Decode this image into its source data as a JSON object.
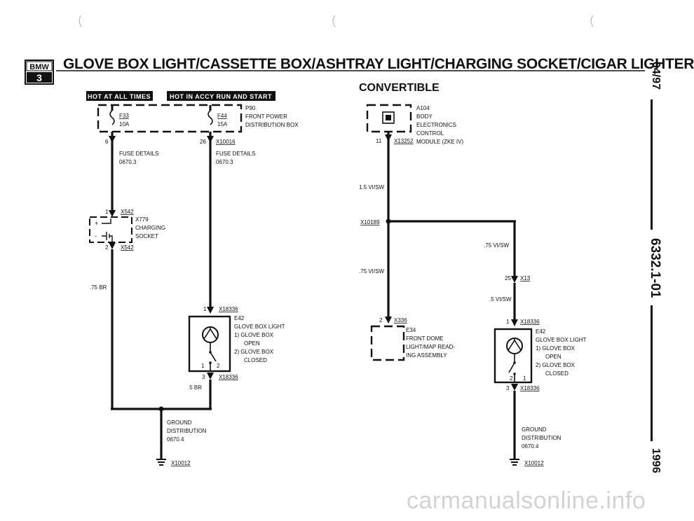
{
  "header": {
    "logo_top": "BMW",
    "logo_bottom": "3",
    "title": "GLOVE BOX LIGHT/CASSETTE BOX/ASHTRAY LIGHT/CHARGING SOCKET/CIGAR LIGHTER",
    "subtitle": "CONVERTIBLE"
  },
  "margin": {
    "date": "04/97",
    "doc_number": "6332.1-01",
    "year": "1996"
  },
  "watermark": "carmanualsonline.info",
  "left": {
    "hot_always": "HOT AT ALL TIMES",
    "hot_acc": "HOT IN ACCY RUN AND START",
    "fuse1_name": "F33",
    "fuse1_amp": "10A",
    "fuse2_name": "F44",
    "fuse2_amp": "15A",
    "box_id": "P90",
    "box_l1": "FRONT POWER",
    "box_l2": "DISTRIBUTION BOX",
    "pin6": "6",
    "pin26": "26",
    "conn_x10016": "X10016",
    "fuse_det1": "FUSE DETAILS",
    "fuse_det1_ref": "0670.3",
    "fuse_det2": "FUSE DETAILS",
    "fuse_det2_ref": "0670.3",
    "pin1": "1",
    "conn_x542_top": "X542",
    "sock_id": "X779",
    "sock_l1": "CHARGING",
    "sock_l2": "SOCKET",
    "plus": "+",
    "minus": "-",
    "pin2": "2",
    "conn_x542_bot": "X542",
    "wire_br_75": ".75 BR",
    "e42_pin1": "1",
    "e42_conn_top": "X18336",
    "e42_id": "E42",
    "e42_l1": "GLOVE BOX LIGHT",
    "e42_l2": "1)  GLOVE BOX",
    "e42_l3": "OPEN",
    "e42_l4": "2)  GLOVE BOX",
    "e42_l5": "CLOSED",
    "e42_sw1": "1",
    "e42_sw2": "2",
    "e42_pin3": "3",
    "e42_conn_bot": "X18336",
    "wire_br_5": ".5 BR",
    "gnd_l1": "GROUND",
    "gnd_l2": "DISTRIBUTION",
    "gnd_ref": "0670.4",
    "gnd_conn": "X10012"
  },
  "right": {
    "mod_id": "A104",
    "mod_l1": "BODY",
    "mod_l2": "ELECTRONICS",
    "mod_l3": "CONTROL",
    "mod_l4": "MODULE (ZKE IV)",
    "pin11": "11",
    "conn_x13252": "X13252",
    "wire_15": "1.5 VI/SW",
    "splice": "X10189",
    "wire_75a": ".75 VI/SW",
    "wire_75b": ".75 VI/SW",
    "pin25": "25",
    "conn_x13": "X13",
    "wire_5": ".5 VI/SW",
    "pin2": "2",
    "conn_x336": "X336",
    "e34_id": "E34",
    "e34_l1": "FRONT DOME",
    "e34_l2": "LIGHT/MAP READ-",
    "e34_l3": "ING ASSEMBLY",
    "e42_pin1": "1",
    "e42_conn_top": "X18336",
    "e42_id": "E42",
    "e42_l1": "GLOVE BOX LIGHT",
    "e42_l2": "1)  GLOVE BOX",
    "e42_l3": "OPEN",
    "e42_l4": "2)  GLOVE BOX",
    "e42_l5": "CLOSED",
    "e42_sw2": "2",
    "e42_sw1": "1",
    "e42_pin3": "3",
    "e42_conn_bot": "X18336",
    "gnd_l1": "GROUND",
    "gnd_l2": "DISTRIBUTION",
    "gnd_ref": "0670.4",
    "gnd_conn": "X10012"
  }
}
